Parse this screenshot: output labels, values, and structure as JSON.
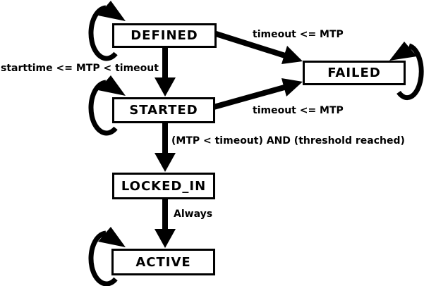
{
  "diagram": {
    "title": "state-machine",
    "colors": {
      "foreground": "#000000",
      "background": "#ffffff"
    },
    "states": [
      {
        "id": "defined",
        "label": "DEFINED",
        "self_loop": true
      },
      {
        "id": "failed",
        "label": "FAILED",
        "self_loop": true
      },
      {
        "id": "started",
        "label": "STARTED",
        "self_loop": true
      },
      {
        "id": "locked_in",
        "label": "LOCKED_IN",
        "self_loop": false
      },
      {
        "id": "active",
        "label": "ACTIVE",
        "self_loop": true
      }
    ],
    "transitions": [
      {
        "from": "defined",
        "to": "started",
        "label": "starttime <= MTP < timeout"
      },
      {
        "from": "defined",
        "to": "failed",
        "label": "timeout <= MTP"
      },
      {
        "from": "started",
        "to": "failed",
        "label": "timeout <= MTP"
      },
      {
        "from": "started",
        "to": "locked_in",
        "label": "(MTP < timeout) AND (threshold reached)"
      },
      {
        "from": "locked_in",
        "to": "active",
        "label": "Always"
      }
    ]
  }
}
